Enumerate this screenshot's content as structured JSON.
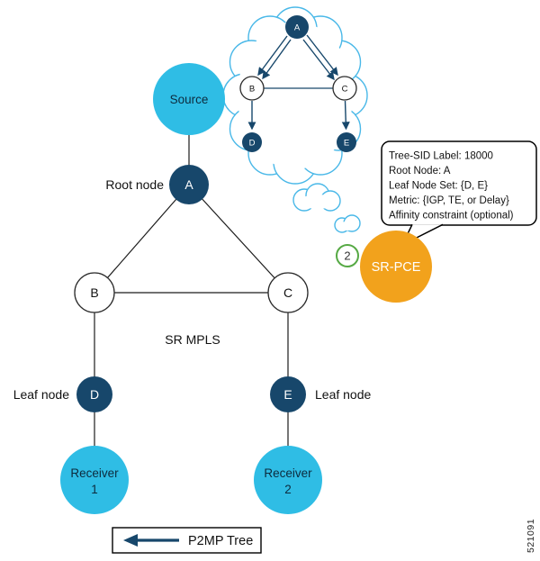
{
  "colors": {
    "cyan": "#2fbde5",
    "navy": "#17476b",
    "orange": "#f2a21c",
    "green_badge": "#56a944",
    "cloud_stroke": "#49b8e8"
  },
  "cloud_inset": {
    "node_a": "A",
    "node_b": "B",
    "node_c": "C",
    "node_d": "D",
    "node_e": "E"
  },
  "tree": {
    "source": "Source",
    "root": "A",
    "root_caption": "Root node",
    "node_b": "B",
    "node_c": "C",
    "leaf_d": "D",
    "leaf_e": "E",
    "leaf_caption_d": "Leaf node",
    "leaf_caption_e": "Leaf node",
    "fabric": "SR MPLS",
    "receiver1": [
      "Receiver",
      "1"
    ],
    "receiver2": [
      "Receiver",
      "2"
    ]
  },
  "callout": {
    "lines": [
      "Tree-SID Label: 18000",
      "Root Node: A",
      "Leaf Node Set: {D, E}",
      "Metric: {IGP, TE, or Delay}",
      "Affinity constraint (optional)"
    ]
  },
  "controller": {
    "label": "SR-PCE",
    "step_badge": "2"
  },
  "legend": {
    "label": "P2MP Tree"
  },
  "figure_id": "521091"
}
